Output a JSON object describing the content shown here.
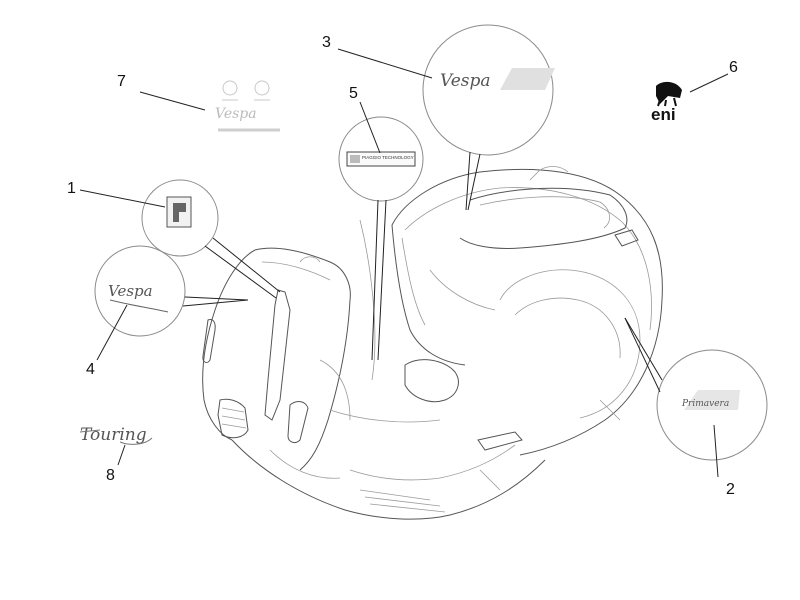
{
  "callouts": [
    {
      "id": "1",
      "label": "1"
    },
    {
      "id": "2",
      "label": "2"
    },
    {
      "id": "3",
      "label": "3"
    },
    {
      "id": "4",
      "label": "4"
    },
    {
      "id": "5",
      "label": "5"
    },
    {
      "id": "6",
      "label": "6"
    },
    {
      "id": "7",
      "label": "7"
    },
    {
      "id": "8",
      "label": "8"
    }
  ],
  "decals": {
    "plate_text": "PIAGGIO TECHNOLOGY",
    "touring_text": "Touring",
    "eni_text": "eni",
    "vespa_text": "Vespa",
    "primavera_text": "Primavera"
  }
}
